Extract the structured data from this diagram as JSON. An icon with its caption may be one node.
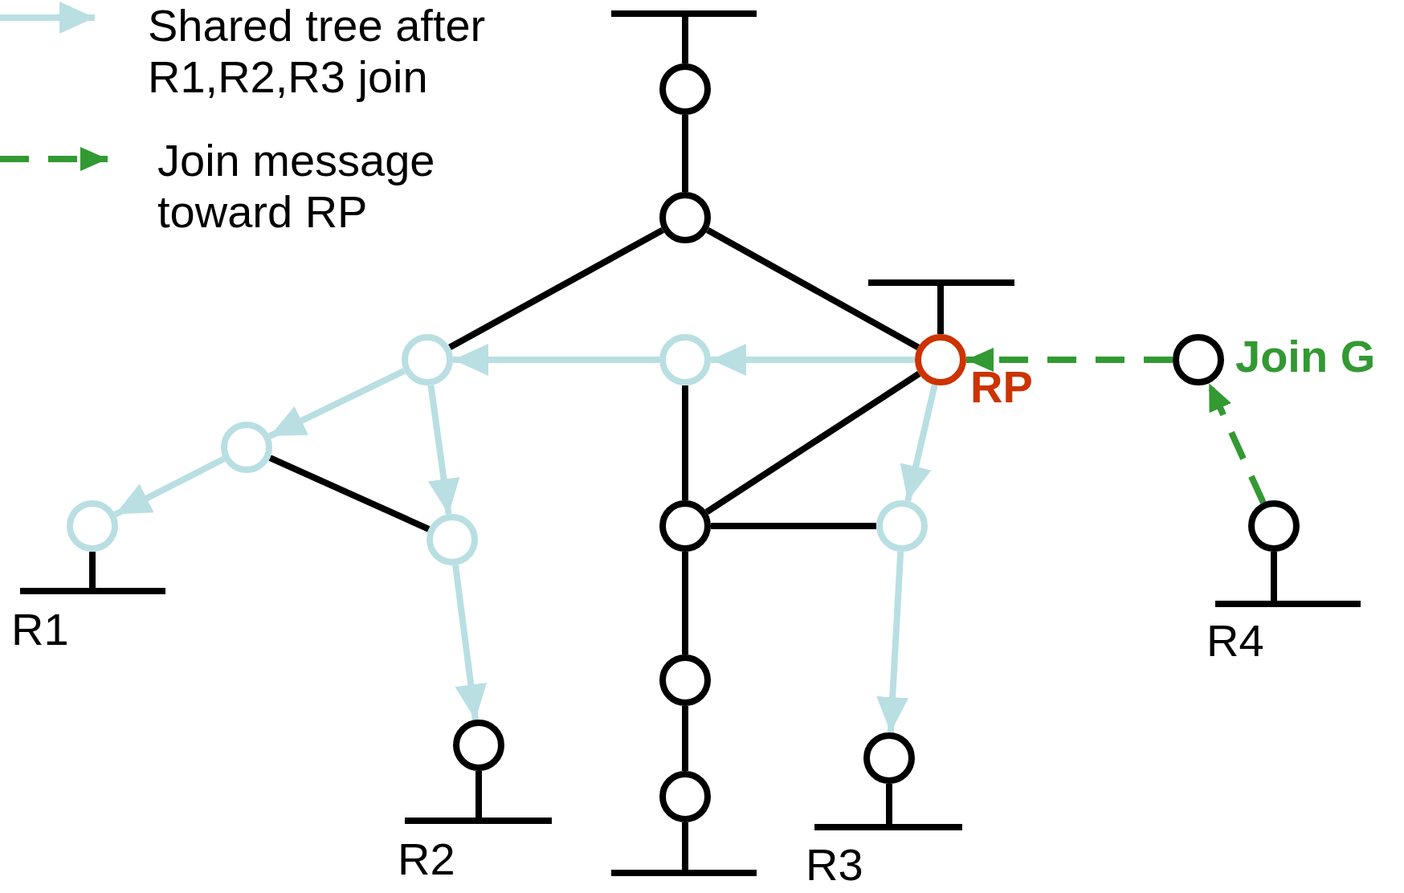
{
  "diagram": {
    "nodes": [
      {
        "text": [],
        "shape": "bar"
      },
      {
        "text": [],
        "shape": "circle"
      },
      {
        "text": [],
        "shape": "circle"
      },
      {
        "text": [],
        "shape": "bar"
      },
      {
        "text": [],
        "shape": "circle"
      },
      {
        "text": [],
        "shape": "circle"
      },
      {
        "text": [],
        "shape": "circle",
        "beside": [
          "RP"
        ]
      },
      {
        "text": [],
        "shape": "circle"
      },
      {
        "text": [],
        "shape": "circle"
      },
      {
        "text": [],
        "shape": "circle"
      },
      {
        "text": [],
        "shape": "circle"
      },
      {
        "text": [],
        "shape": "circle"
      },
      {
        "text": [],
        "shape": "circle"
      },
      {
        "text": [],
        "shape": "circle"
      },
      {
        "text": [],
        "shape": "bar",
        "beside": [
          "R1"
        ]
      },
      {
        "text": [],
        "shape": "bar",
        "beside": [
          "R4"
        ]
      },
      {
        "text": [],
        "shape": "circle"
      },
      {
        "text": [],
        "shape": "circle"
      },
      {
        "text": [],
        "shape": "circle"
      },
      {
        "text": [],
        "shape": "circle"
      },
      {
        "text": [],
        "shape": "bar",
        "beside": [
          "R2"
        ]
      },
      {
        "text": [],
        "shape": "bar",
        "beside": [
          "R3"
        ]
      },
      {
        "text": [],
        "shape": "bar"
      }
    ],
    "edges": [
      {
        "from": 0,
        "to": 1,
        "arrow": "none"
      },
      {
        "from": 1,
        "to": 2,
        "arrow": "none"
      },
      {
        "from": 2,
        "to": 4,
        "arrow": "none"
      },
      {
        "from": 2,
        "to": 6,
        "arrow": "none"
      },
      {
        "from": 3,
        "to": 6,
        "arrow": "none"
      },
      {
        "from": 5,
        "to": 10,
        "arrow": "none"
      },
      {
        "from": 8,
        "to": 13,
        "arrow": "none"
      },
      {
        "from": 6,
        "to": 10,
        "arrow": "none"
      },
      {
        "from": 10,
        "to": 11,
        "arrow": "none"
      },
      {
        "from": 10,
        "to": 16,
        "arrow": "none"
      },
      {
        "from": 16,
        "to": 19,
        "arrow": "none"
      },
      {
        "from": 19,
        "to": 22,
        "arrow": "none"
      },
      {
        "from": 9,
        "to": 14,
        "arrow": "none"
      },
      {
        "from": 17,
        "to": 20,
        "arrow": "none"
      },
      {
        "from": 18,
        "to": 21,
        "arrow": "none"
      },
      {
        "from": 12,
        "to": 15,
        "arrow": "none"
      },
      {
        "from": 6,
        "to": 5,
        "arrow": "to",
        "color": "#b9dfe3"
      },
      {
        "from": 5,
        "to": 4,
        "arrow": "to",
        "color": "#b9dfe3"
      },
      {
        "from": 4,
        "to": 8,
        "arrow": "to",
        "color": "#b9dfe3"
      },
      {
        "from": 8,
        "to": 9,
        "arrow": "to",
        "color": "#b9dfe3"
      },
      {
        "from": 4,
        "to": 13,
        "arrow": "to",
        "color": "#b9dfe3"
      },
      {
        "from": 13,
        "to": 17,
        "arrow": "to",
        "color": "#b9dfe3"
      },
      {
        "from": 6,
        "to": 11,
        "arrow": "to",
        "color": "#b9dfe3"
      },
      {
        "from": 11,
        "to": 18,
        "arrow": "to",
        "color": "#b9dfe3"
      },
      {
        "from": 7,
        "to": 6,
        "arrow": "to",
        "style": "dashed",
        "color": "#339933"
      },
      {
        "from": 12,
        "to": 7,
        "arrow": "to",
        "style": "dashed",
        "color": "#339933",
        "label": "Join G"
      }
    ],
    "legend": [
      {
        "text": "Shared tree after R1,R2,R3 join"
      },
      {
        "text": "Join message toward RP"
      }
    ]
  }
}
